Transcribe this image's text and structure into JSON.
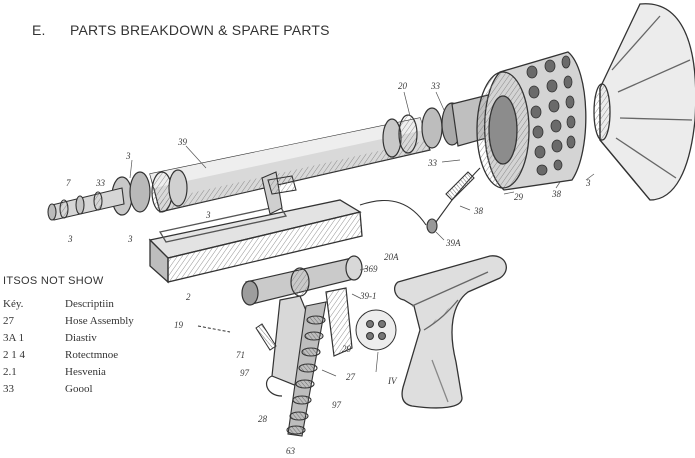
{
  "header": {
    "section": "E.",
    "title": "PARTS BREAKDOWN & SPARE PARTS"
  },
  "callouts": [
    "20",
    "33",
    "3",
    "39",
    "33",
    "29",
    "38",
    "7",
    "33",
    "3",
    "3",
    "3",
    "38",
    "39A",
    "20A",
    "369",
    "39-1",
    "2",
    "19",
    "71",
    "97",
    "28",
    "29",
    "27",
    "97",
    "IV",
    "63",
    "3"
  ],
  "legend": {
    "title": "ITSOS NOT SHOW",
    "header": {
      "key": "Kéy.",
      "desc": "Descriptiin"
    },
    "rows": [
      {
        "key": "27",
        "desc": "Hose Assembly"
      },
      {
        "key": "3A 1",
        "desc": "Diastiv"
      },
      {
        "key": "2 1 4",
        "desc": "Rotectmnoe"
      },
      {
        "key": "2.1",
        "desc": "Hesvenia"
      },
      {
        "key": "33",
        "desc": "Goool"
      }
    ]
  }
}
